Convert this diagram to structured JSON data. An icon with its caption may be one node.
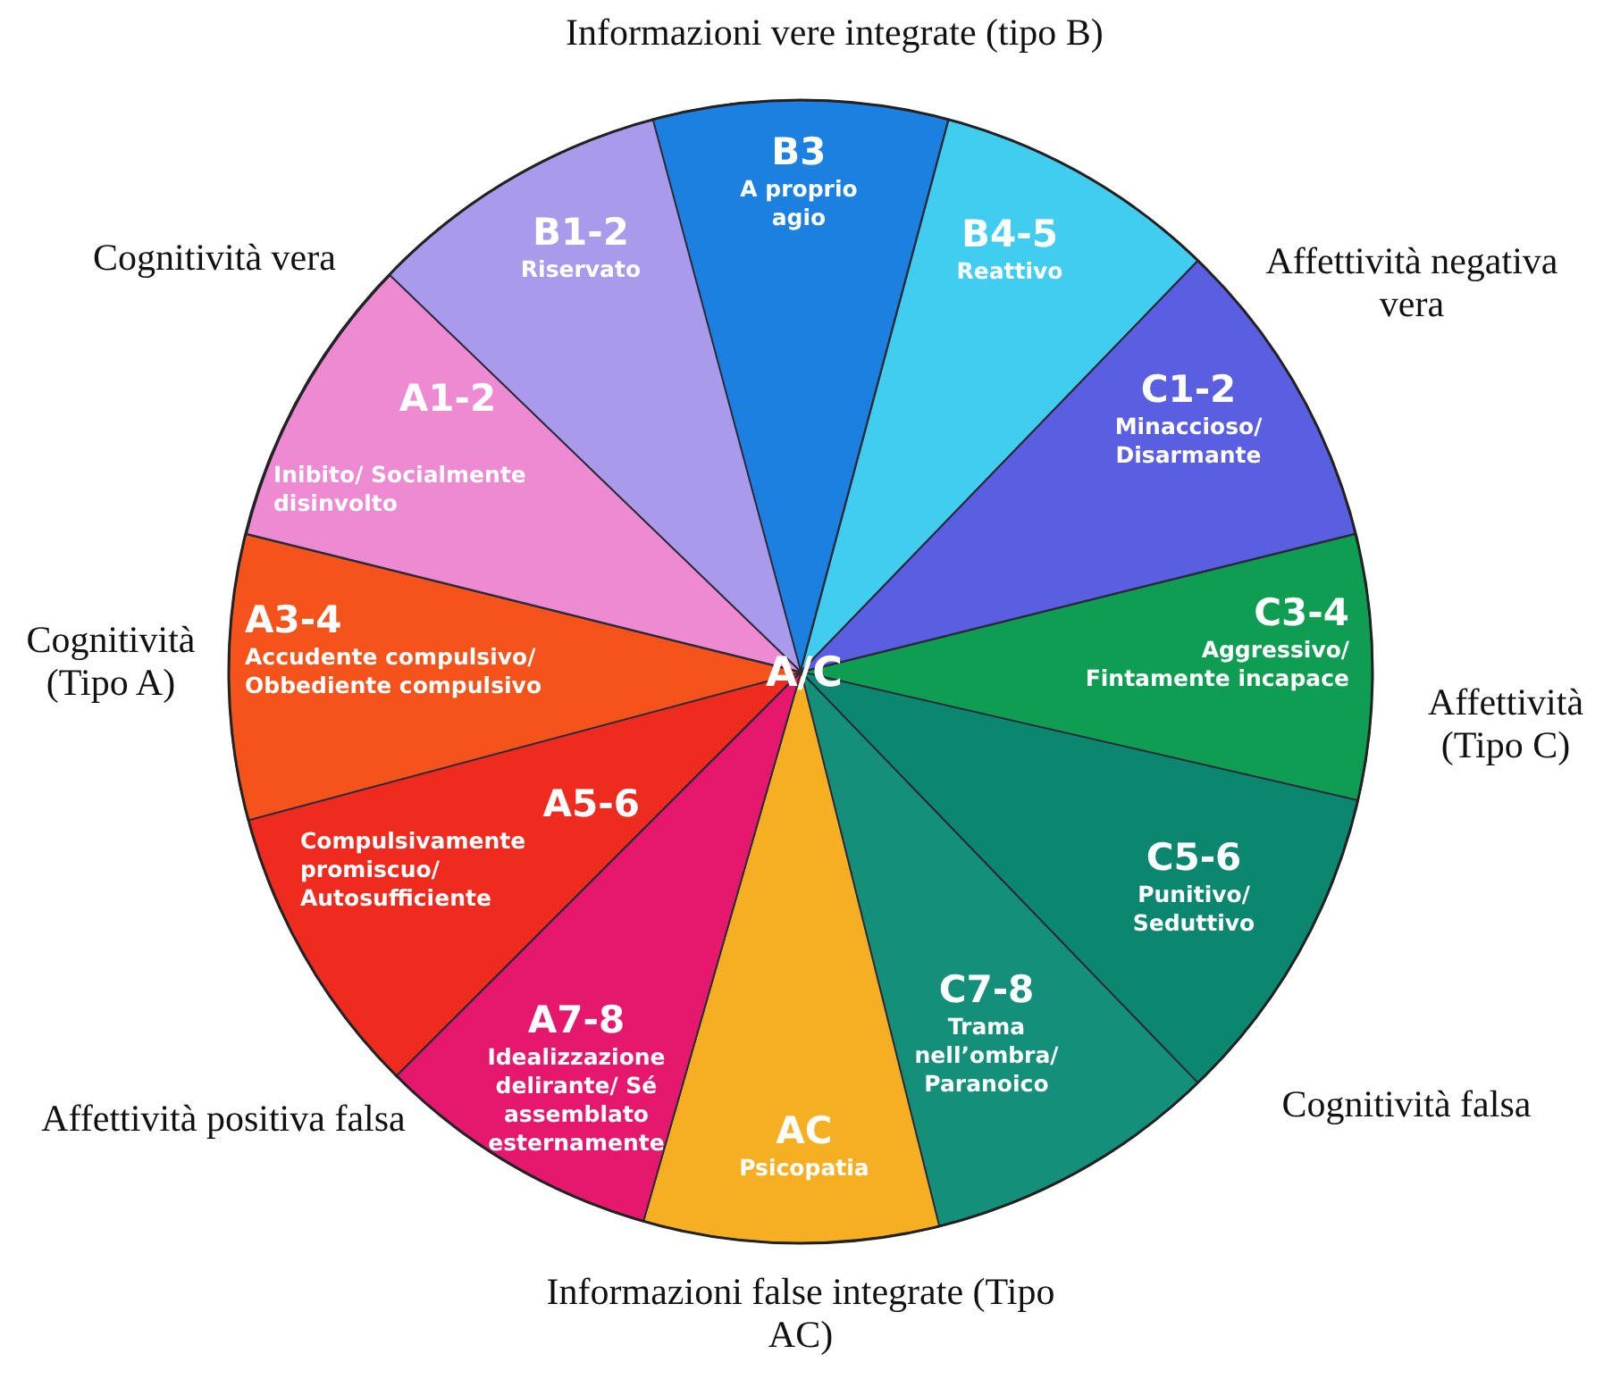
{
  "diagram": {
    "nodes": [
      {
        "text": [
          "B3",
          "A proprio agio"
        ]
      },
      {
        "text": [
          "B4-5",
          "Reattivo"
        ]
      },
      {
        "text": [
          "C1-2",
          "Minaccioso/ Disarmante"
        ]
      },
      {
        "text": [
          "C3-4",
          "Aggressivo/ Fintamente incapace"
        ]
      },
      {
        "text": [
          "C5-6",
          "Punitivo/ Seduttivo"
        ]
      },
      {
        "text": [
          "C7-8",
          "Trama nell’ombra/ Paranoico"
        ]
      },
      {
        "text": [
          "AC",
          "Psicopatia"
        ]
      },
      {
        "text": [
          "A7-8",
          "Idealizzazione delirante/ Sé assemblato esternamente"
        ]
      },
      {
        "text": [
          "A5-6",
          "Compulsivamente promiscuo/ Autosufficiente"
        ]
      },
      {
        "text": [
          "A3-4",
          "Accudente compulsivo/ Obbediente compulsivo"
        ]
      },
      {
        "text": [
          "A1-2",
          "Inibito/ Socialmente disinvolto"
        ]
      },
      {
        "text": [
          "B1-2",
          "Riservato"
        ]
      }
    ],
    "labels": [
      "Informazioni vere integrate (tipo B)",
      "Cognitività vera",
      "Affettività negativa vera",
      "Cognitività (Tipo A)",
      "A/C",
      "Affettività (Tipo C)",
      "Affettività positiva falsa",
      "Cognitività falsa",
      "Informazioni false integrate (Tipo AC)"
    ]
  }
}
